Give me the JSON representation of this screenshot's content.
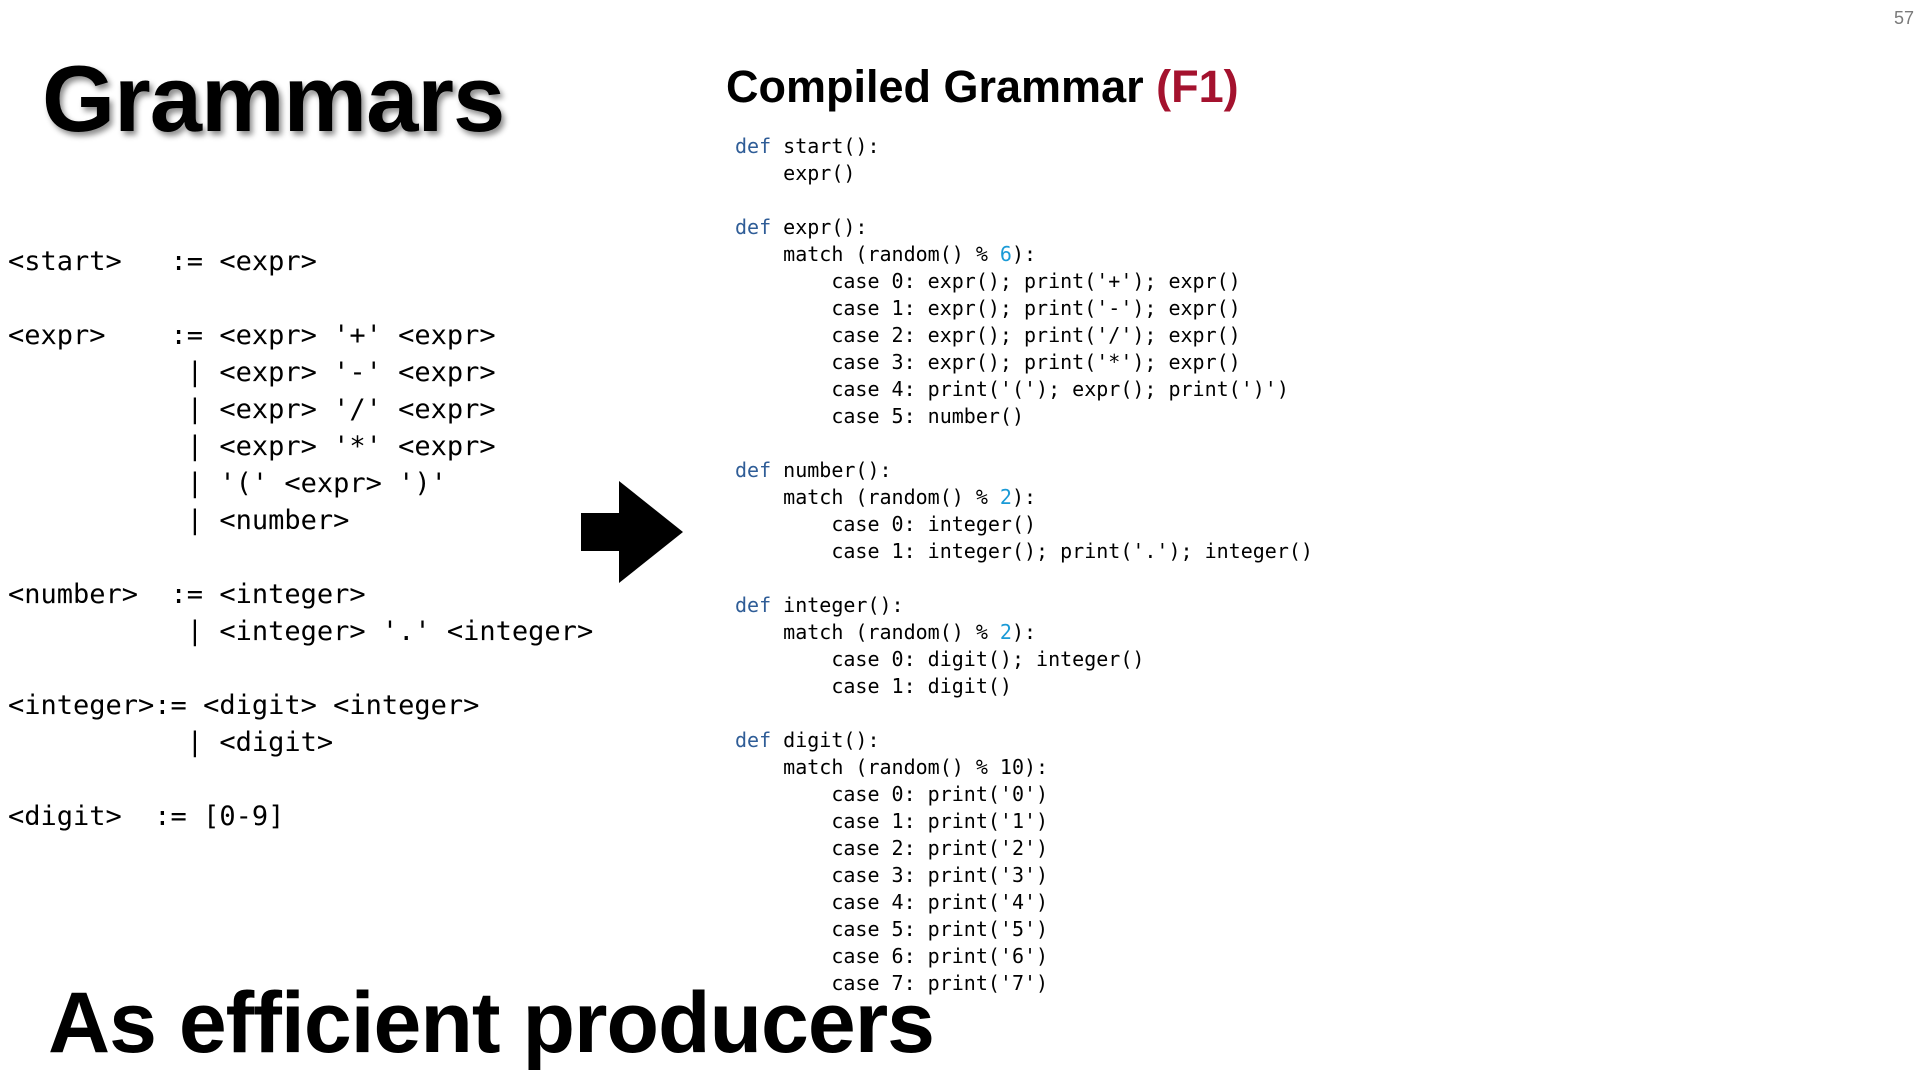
{
  "page_number": "57",
  "title": "Grammars",
  "subtitle": "As efficient producers",
  "grammar": {
    "lines": [
      "<start>   := <expr>",
      "",
      "<expr>    := <expr> '+' <expr>",
      "           | <expr> '-' <expr>",
      "           | <expr> '/' <expr>",
      "           | <expr> '*' <expr>",
      "           | '(' <expr> ')'",
      "           | <number>",
      "",
      "<number>  := <integer>",
      "           | <integer> '.' <integer>",
      "",
      "<integer>:= <digit> <integer>",
      "           | <digit>",
      "",
      "<digit>  := [0-9]"
    ]
  },
  "compiled": {
    "title_main": "Compiled Grammar",
    "title_accent": "(F1)",
    "lines": [
      {
        "kw": "def",
        "text": " start():",
        "num": "",
        "tail": ""
      },
      {
        "kw": "",
        "text": "    expr()",
        "num": "",
        "tail": ""
      },
      {
        "kw": "",
        "text": "",
        "num": "",
        "tail": ""
      },
      {
        "kw": "def",
        "text": " expr():",
        "num": "",
        "tail": ""
      },
      {
        "kw": "",
        "text": "    match (random() % ",
        "num": "6",
        "tail": "):"
      },
      {
        "kw": "",
        "text": "        case 0: expr(); print('+'); expr()",
        "num": "",
        "tail": ""
      },
      {
        "kw": "",
        "text": "        case 1: expr(); print('-'); expr()",
        "num": "",
        "tail": ""
      },
      {
        "kw": "",
        "text": "        case 2: expr(); print('/'); expr()",
        "num": "",
        "tail": ""
      },
      {
        "kw": "",
        "text": "        case 3: expr(); print('*'); expr()",
        "num": "",
        "tail": ""
      },
      {
        "kw": "",
        "text": "        case 4: print('('); expr(); print(')')",
        "num": "",
        "tail": ""
      },
      {
        "kw": "",
        "text": "        case 5: number()",
        "num": "",
        "tail": ""
      },
      {
        "kw": "",
        "text": "",
        "num": "",
        "tail": ""
      },
      {
        "kw": "def",
        "text": " number():",
        "num": "",
        "tail": ""
      },
      {
        "kw": "",
        "text": "    match (random() % ",
        "num": "2",
        "tail": "):"
      },
      {
        "kw": "",
        "text": "        case 0: integer()",
        "num": "",
        "tail": ""
      },
      {
        "kw": "",
        "text": "        case 1: integer(); print('.'); integer()",
        "num": "",
        "tail": ""
      },
      {
        "kw": "",
        "text": "",
        "num": "",
        "tail": ""
      },
      {
        "kw": "def",
        "text": " integer():",
        "num": "",
        "tail": ""
      },
      {
        "kw": "",
        "text": "    match (random() % ",
        "num": "2",
        "tail": "):"
      },
      {
        "kw": "",
        "text": "        case 0: digit(); integer()",
        "num": "",
        "tail": ""
      },
      {
        "kw": "",
        "text": "        case 1: digit()",
        "num": "",
        "tail": ""
      },
      {
        "kw": "",
        "text": "",
        "num": "",
        "tail": ""
      },
      {
        "kw": "def",
        "text": " digit():",
        "num": "",
        "tail": ""
      },
      {
        "kw": "",
        "text": "    match (random() % 10):",
        "num": "",
        "tail": ""
      },
      {
        "kw": "",
        "text": "        case 0: print('0')",
        "num": "",
        "tail": ""
      },
      {
        "kw": "",
        "text": "        case 1: print('1')",
        "num": "",
        "tail": ""
      },
      {
        "kw": "",
        "text": "        case 2: print('2')",
        "num": "",
        "tail": ""
      },
      {
        "kw": "",
        "text": "        case 3: print('3')",
        "num": "",
        "tail": ""
      },
      {
        "kw": "",
        "text": "        case 4: print('4')",
        "num": "",
        "tail": ""
      },
      {
        "kw": "",
        "text": "        case 5: print('5')",
        "num": "",
        "tail": ""
      },
      {
        "kw": "",
        "text": "        case 6: print('6')",
        "num": "",
        "tail": ""
      },
      {
        "kw": "",
        "text": "        case 7: print('7')",
        "num": "",
        "tail": ""
      }
    ]
  },
  "colors": {
    "accent": "#a4122e",
    "keyword": "#2f5d97",
    "number": "#1a9ad6"
  },
  "icons": {
    "arrow": "right-arrow-icon"
  }
}
